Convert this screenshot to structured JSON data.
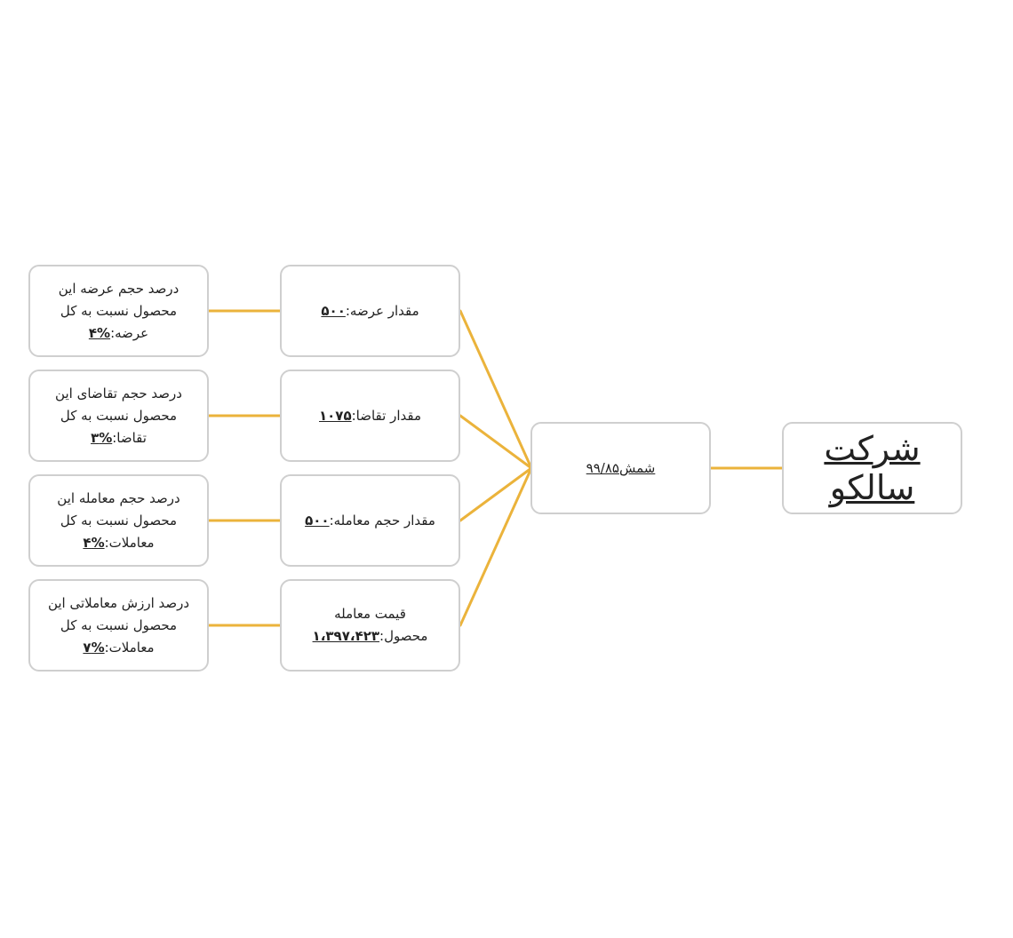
{
  "colors": {
    "connector": "#EBB33B",
    "border": "#CFCFCF",
    "text": "#222222",
    "background": "#FFFFFF"
  },
  "root": {
    "title": "شرکت سالکو"
  },
  "symbol": {
    "label": "شمش۹۹/۸۵"
  },
  "metrics": [
    {
      "label": "مقدار عرضه:",
      "value": "۵۰۰"
    },
    {
      "label": "مقدار تقاضا:",
      "value": "۱۰۷۵"
    },
    {
      "label": "مقدار حجم معامله:",
      "value": "۵۰۰"
    },
    {
      "label_line1": "قیمت معامله",
      "label_line2": "محصول:",
      "value": "۱،۳۹۷،۴۲۳"
    }
  ],
  "percents": [
    {
      "line1": "درصد حجم عرضه این",
      "line2": "محصول نسبت به کل",
      "line3": "عرضه:",
      "value": "%۴"
    },
    {
      "line1": "درصد حجم تقاضای این",
      "line2": "محصول نسبت به کل",
      "line3": "تقاضا:",
      "value": "%۳"
    },
    {
      "line1": "درصد حجم معامله این",
      "line2": "محصول نسبت به کل",
      "line3": "معاملات:",
      "value": "%۴"
    },
    {
      "line1": "درصد ارزش معاملاتی این",
      "line2": "محصول نسبت به کل",
      "line3": "معاملات:",
      "value": "%۷"
    }
  ]
}
